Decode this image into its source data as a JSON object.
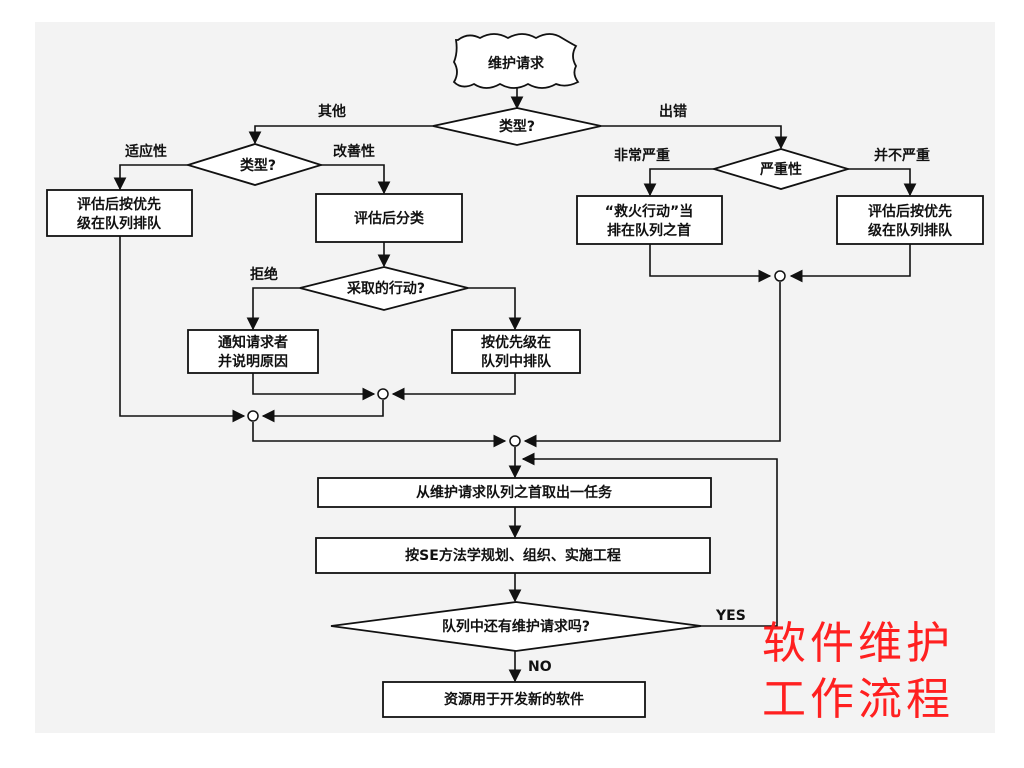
{
  "title": {
    "line1": "软件维护",
    "line2": "工作流程"
  },
  "nodes": {
    "start": "维护请求",
    "type_main": "类型?",
    "type_sub": "类型?",
    "severity": "严重性",
    "eval_queue_left": [
      "评估后按优先",
      "级在队列排队"
    ],
    "eval_classify": "评估后分类",
    "firefight": [
      "“救火行动”当",
      "排在队列之首"
    ],
    "eval_queue_right": [
      "评估后按优先",
      "级在队列排队"
    ],
    "action": "采取的行动?",
    "notify": [
      "通知请求者",
      "并说明原因"
    ],
    "priority_queue": [
      "按优先级在",
      "队列中排队"
    ],
    "take_task": "从维护请求队列之首取出一任务",
    "plan": "按SE方法学规划、组织、实施工程",
    "more_requests": "队列中还有维护请求吗?",
    "resources": "资源用于开发新的软件"
  },
  "labels": {
    "other": "其他",
    "error": "出错",
    "adaptive": "适应性",
    "perfective": "改善性",
    "very_severe": "非常严重",
    "not_severe": "并不严重",
    "reject": "拒绝",
    "yes": "YES",
    "no": "NO"
  }
}
